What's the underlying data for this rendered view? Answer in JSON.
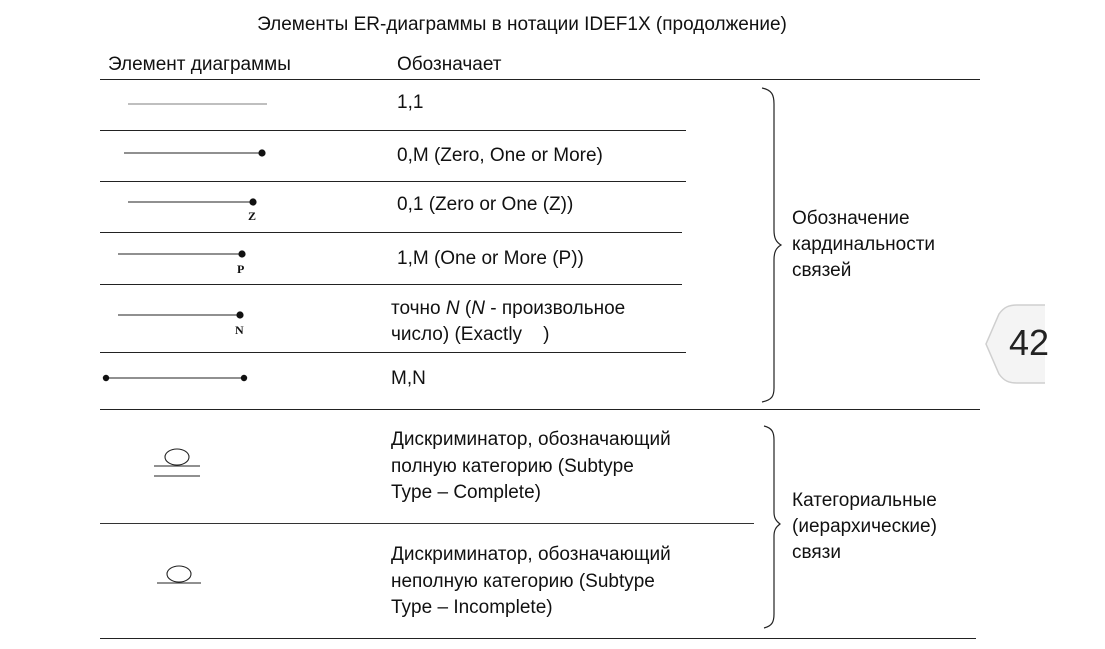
{
  "title": "Элементы ER-диаграммы в нотации IDEF1X (продолжение)",
  "header": {
    "col_element": "Элемент диаграммы",
    "col_meaning": "Обозначает"
  },
  "rows": [
    {
      "meaning": "1,1",
      "symbol": "plain-line"
    },
    {
      "meaning": "0,M (Zero, One or More)",
      "symbol": "line-dot"
    },
    {
      "meaning": "0,1 (Zero or One (Z))",
      "symbol": "line-dot-z",
      "letter": "Z"
    },
    {
      "meaning": "1,M (One or More (P))",
      "symbol": "line-dot-p",
      "letter": "P"
    },
    {
      "meaning_prefix": "точно ",
      "meaning_n1": "N",
      "meaning_mid": " (",
      "meaning_n2": "N",
      "meaning_rest": " - произвольное",
      "meaning_line2": "число) (Exactly    )",
      "symbol": "line-dot-n",
      "letter": "N"
    },
    {
      "meaning": "M,N",
      "symbol": "dot-line-dot"
    }
  ],
  "group1_label": [
    "Обозначение",
    "кардинальности",
    "связей"
  ],
  "discriminators": [
    {
      "lines": [
        "Дискриминатор, обозначающий",
        "полную категорию (Subtype",
        "Type – Complete)"
      ],
      "symbol": "circle-double-line"
    },
    {
      "lines": [
        "Дискриминатор, обозначающий",
        "неполную категорию (Subtype",
        "Type – Incomplete)"
      ],
      "symbol": "circle-single-line"
    }
  ],
  "group2_label": [
    "Категориальные",
    "(иерархические)",
    "связи"
  ],
  "page_number": "42"
}
